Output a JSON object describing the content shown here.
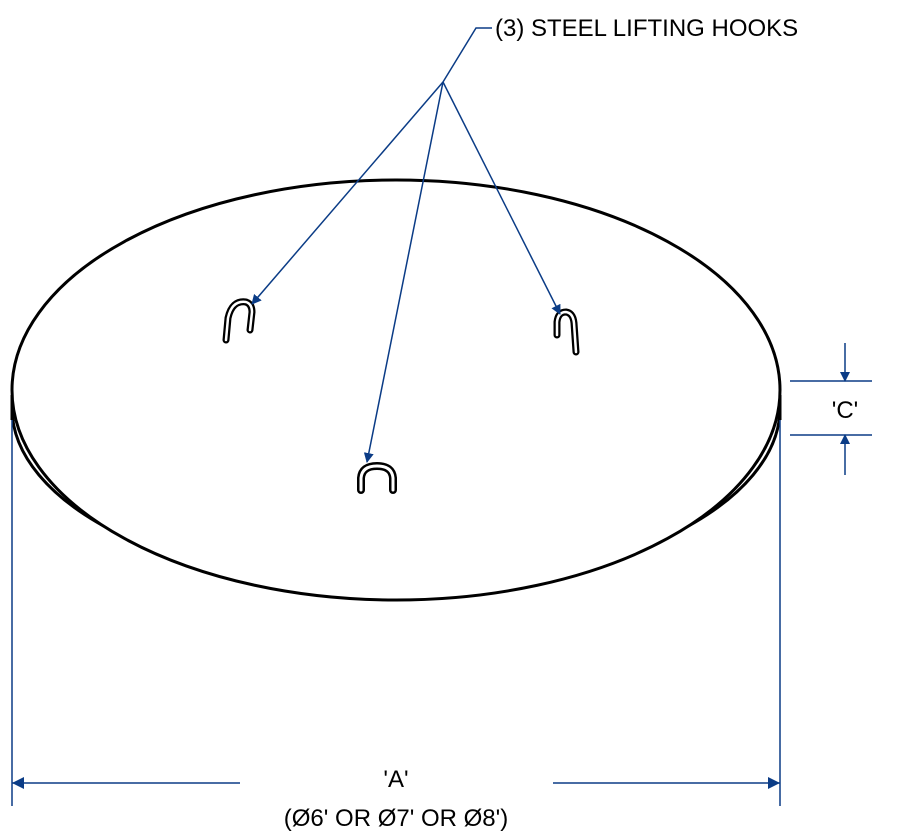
{
  "callout": {
    "hooks_label": "(3) STEEL LIFTING HOOKS"
  },
  "dimensions": {
    "diameter_label": "'A'",
    "diameter_options": "(Ø6' OR Ø7' OR Ø8')",
    "thickness_label": "'C'"
  },
  "colors": {
    "outline": "#000000",
    "dimension": "#0b3c86",
    "background": "#ffffff"
  }
}
